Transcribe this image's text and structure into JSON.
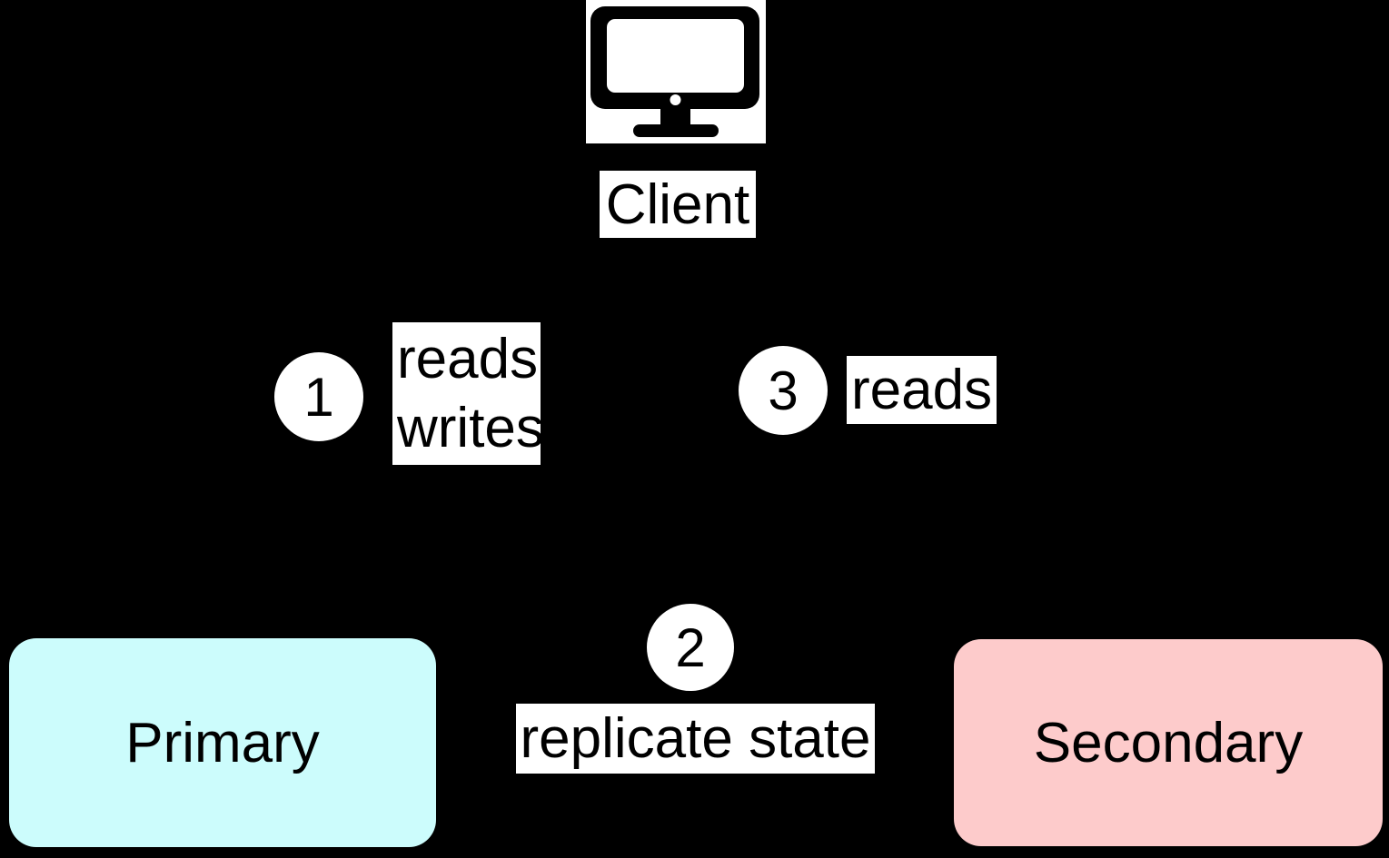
{
  "canvas": {
    "background": "#000000",
    "label_background": "#FFFFFF",
    "text_color": "#000000"
  },
  "client": {
    "label": "Client",
    "icon": "monitor-icon"
  },
  "steps": [
    {
      "number": "1",
      "lines": [
        "reads",
        "writes"
      ]
    },
    {
      "number": "2",
      "lines": [
        "replicate state"
      ]
    },
    {
      "number": "3",
      "lines": [
        "reads"
      ]
    }
  ],
  "nodes": {
    "primary": {
      "label": "Primary",
      "color": "#CCFCFC"
    },
    "secondary": {
      "label": "Secondary",
      "color": "#FDCBCB"
    }
  }
}
